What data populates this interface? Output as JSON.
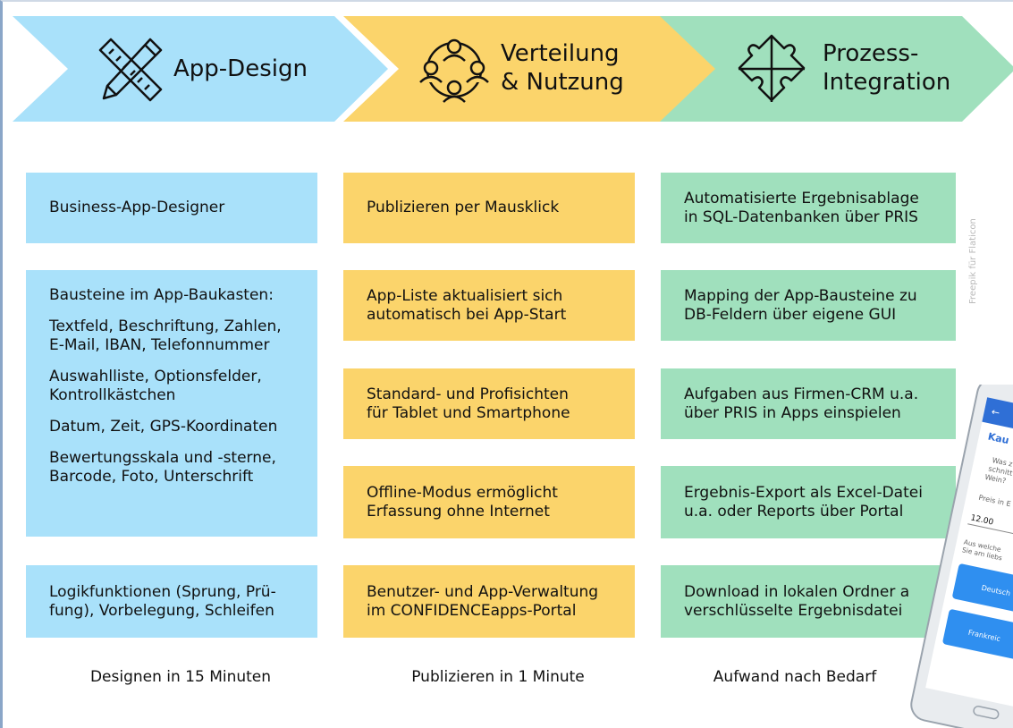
{
  "columns": [
    {
      "id": "app-design",
      "header": {
        "title_lines": [
          "App-Design"
        ],
        "icon": "ruler-pencil-icon"
      },
      "boxes": [
        {
          "lines": [
            "Business-App-Designer"
          ]
        },
        {
          "paragraphs": [
            [
              "Bausteine im App-Baukasten:"
            ],
            [
              "Textfeld, Beschriftung, Zahlen,",
              "E-Mail, IBAN, Telefonnummer"
            ],
            [
              "Auswahlliste, Optionsfelder,",
              "Kontrollkästchen"
            ],
            [
              "Datum, Zeit, GPS-Koordinaten"
            ],
            [
              "Bewertungsskala und -sterne,",
              "Barcode, Foto, Unterschrift"
            ]
          ]
        },
        {
          "lines": [
            "Logikfunktionen (Sprung, Prü-",
            "fung), Vorbelegung, Schleifen"
          ]
        }
      ],
      "footer": "Designen in 15 Minuten"
    },
    {
      "id": "verteilung",
      "header": {
        "title_lines": [
          "Verteilung",
          "& Nutzung"
        ],
        "icon": "team-network-icon"
      },
      "boxes": [
        {
          "lines": [
            "Publizieren per Mausklick"
          ]
        },
        {
          "lines": [
            "App-Liste aktualisiert sich",
            "automatisch bei App-Start"
          ]
        },
        {
          "lines": [
            "Standard- und Profisichten",
            "für Tablet und Smartphone"
          ]
        },
        {
          "lines": [
            "Offline-Modus ermöglicht",
            "Erfassung ohne Internet"
          ]
        },
        {
          "lines": [
            "Benutzer- und App-Verwaltung",
            "im CONFIDENCEapps-Portal"
          ]
        }
      ],
      "footer": "Publizieren in 1 Minute"
    },
    {
      "id": "prozess",
      "header": {
        "title_lines": [
          "Prozess-",
          "Integration"
        ],
        "icon": "puzzle-icon"
      },
      "boxes": [
        {
          "lines": [
            "Automatisierte Ergebnisablage",
            "in SQL-Datenbanken über PRIS"
          ]
        },
        {
          "lines": [
            "Mapping der App-Bausteine zu",
            "DB-Feldern über eigene GUI"
          ]
        },
        {
          "lines": [
            "Aufgaben aus Firmen-CRM u.a.",
            "über PRIS in Apps einspielen"
          ]
        },
        {
          "lines": [
            "Ergebnis-Export als Excel-Datei",
            "u.a. oder Reports über Portal"
          ]
        },
        {
          "lines": [
            "Download in lokalen Ordner a",
            "verschlüsselte Ergebnisdatei"
          ]
        }
      ],
      "footer": "Aufwand nach Bedarf"
    }
  ],
  "credit": "Freepik für Flaticon",
  "tablet": {
    "header_short": "Kau",
    "question_short": [
      "Was z",
      "schnitt",
      "Wein?"
    ],
    "price_label": "Preis in E",
    "price_value": "12.00",
    "question2_short": [
      "Aus welche",
      "Sie am liebs"
    ],
    "button1": "Deutsch",
    "button2": "Frankreic"
  },
  "colors": {
    "blue": "#a9e1fa",
    "yellow": "#fbd46b",
    "green": "#a0e0bd",
    "button_blue": "#2f8ff0"
  }
}
